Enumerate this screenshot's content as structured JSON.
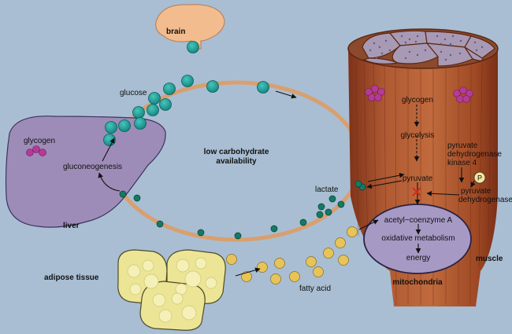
{
  "labels": {
    "brain": "brain",
    "glucose": "glucose",
    "liver_glycogen": "glycogen",
    "gluconeogenesis": "gluconeogenesis",
    "liver": "liver",
    "low_carb_line1": "low carbohydrate",
    "low_carb_line2": "availability",
    "lactate": "lactate",
    "muscle_glycogen": "glycogen",
    "glycolysis": "glycolysis",
    "pdk_line1": "pyruvate",
    "pdk_line2": "dehydrogenase",
    "pdk_line3": "kinase 4",
    "phosphate": "P",
    "pyruvate": "pyruvate",
    "pdh_line1": "pyruvate",
    "pdh_line2": "dehydrogenase",
    "acetyl_coa": "acetyl−coenzyme A",
    "oxidative": "oxidative metabolism",
    "energy": "energy",
    "mitochondria": "mitochondria",
    "muscle": "muscle",
    "adipose": "adipose tissue",
    "fatty_acid": "fatty acid"
  },
  "colors": {
    "background": "#a9bed3",
    "brain": "#f2bc8e",
    "liver": "#9d8cb7",
    "glucose": "#21a6a0",
    "lactate": "#157a64",
    "pathway": "#d99f6e",
    "muscle": "#a9502b",
    "mitochondria": "#a699c4",
    "glycogen_granule": "#b53a97",
    "fat": "#ece596",
    "fatty_acid": "#e7c45a",
    "inhibition": "#d3261d"
  }
}
